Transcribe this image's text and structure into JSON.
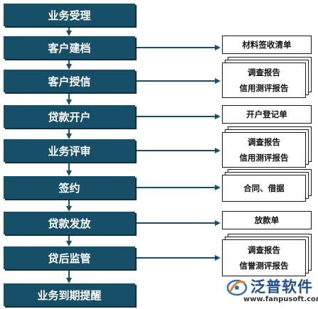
{
  "steps": [
    {
      "label": "业务受理"
    },
    {
      "label": "客户建档"
    },
    {
      "label": "客户授信"
    },
    {
      "label": "贷款开户"
    },
    {
      "label": "业务评审"
    },
    {
      "label": "签约"
    },
    {
      "label": "贷款发放"
    },
    {
      "label": "贷后监管"
    },
    {
      "label": "业务到期提醒"
    }
  ],
  "documents": [
    {
      "step": "客户建档",
      "stacked": false,
      "lines": [
        "材料签收清单"
      ]
    },
    {
      "step": "客户授信",
      "stacked": true,
      "lines": [
        "调查报告",
        "信用测评报告"
      ]
    },
    {
      "step": "贷款开户",
      "stacked": false,
      "lines": [
        "开户登记单"
      ]
    },
    {
      "step": "业务评审",
      "stacked": true,
      "lines": [
        "调查报告",
        "信用测评报告"
      ]
    },
    {
      "step": "签约",
      "stacked": true,
      "lines": [
        "合同、借据"
      ]
    },
    {
      "step": "贷款发放",
      "stacked": false,
      "lines": [
        "放款单"
      ]
    },
    {
      "step": "贷后监管",
      "stacked": true,
      "lines": [
        "调查报告",
        "信誉测评报告"
      ]
    }
  ],
  "logo": {
    "name": "泛普软件",
    "url": "www.fanpusoft.com"
  },
  "colors": {
    "step_fill": "#184f68",
    "arrow": "#184f68",
    "doc_border": "#1a1a1a"
  }
}
